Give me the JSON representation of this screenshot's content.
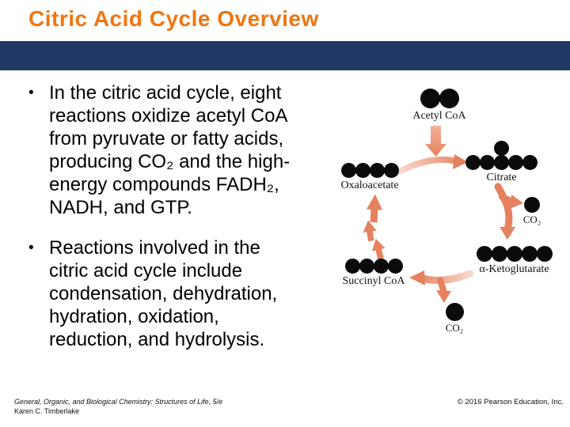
{
  "slide": {
    "title": "Citric Acid Cycle Overview"
  },
  "ui": {
    "bullet_marker": "•"
  },
  "bullets": [
    {
      "lines": [
        "In the citric acid cycle, eight",
        "reactions oxidize acetyl CoA",
        "from pyruvate or fatty acids,",
        "producing CO₂ and the high-",
        "energy compounds FADH₂,",
        "NADH, and GTP."
      ]
    },
    {
      "lines": [
        "Reactions involved in the",
        "citric acid cycle include",
        "condensation, dehydration,",
        "hydration, oxidation,",
        "reduction, and hydrolysis."
      ]
    }
  ],
  "diagram": {
    "description": "Citric acid cycle with carbon atoms shown as black circles",
    "nodes": {
      "acetyl_coa": {
        "label": "Acetyl CoA",
        "carbons": 2
      },
      "oxaloacetate": {
        "label": "Oxaloacetate",
        "carbons": 4
      },
      "citrate": {
        "label": "Citrate",
        "carbons_top": 1,
        "carbons_row": 5
      },
      "co2_right": {
        "label": "CO₂",
        "carbons": 1
      },
      "alpha_ketoglutarate": {
        "label": "α-Ketoglutarate",
        "carbons": 5
      },
      "co2_bottom": {
        "label": "CO₂",
        "carbons": 1
      },
      "succinyl_coa": {
        "label": "Succinyl CoA",
        "carbons": 4
      }
    },
    "colors": {
      "arrow": "#E5815F",
      "arrow_tail": "#FBDFD5",
      "carbon": "#0b0b0b"
    }
  },
  "footer": {
    "book_title": "General, Organic, and Biological Chemistry: Structures of Life, 5/e",
    "author": "Karen C. Timberlake",
    "copyright": "© 2016 Pearson Education, Inc."
  },
  "colors": {
    "title_orange": "#F0750F",
    "bar_navy": "#1F3864"
  }
}
